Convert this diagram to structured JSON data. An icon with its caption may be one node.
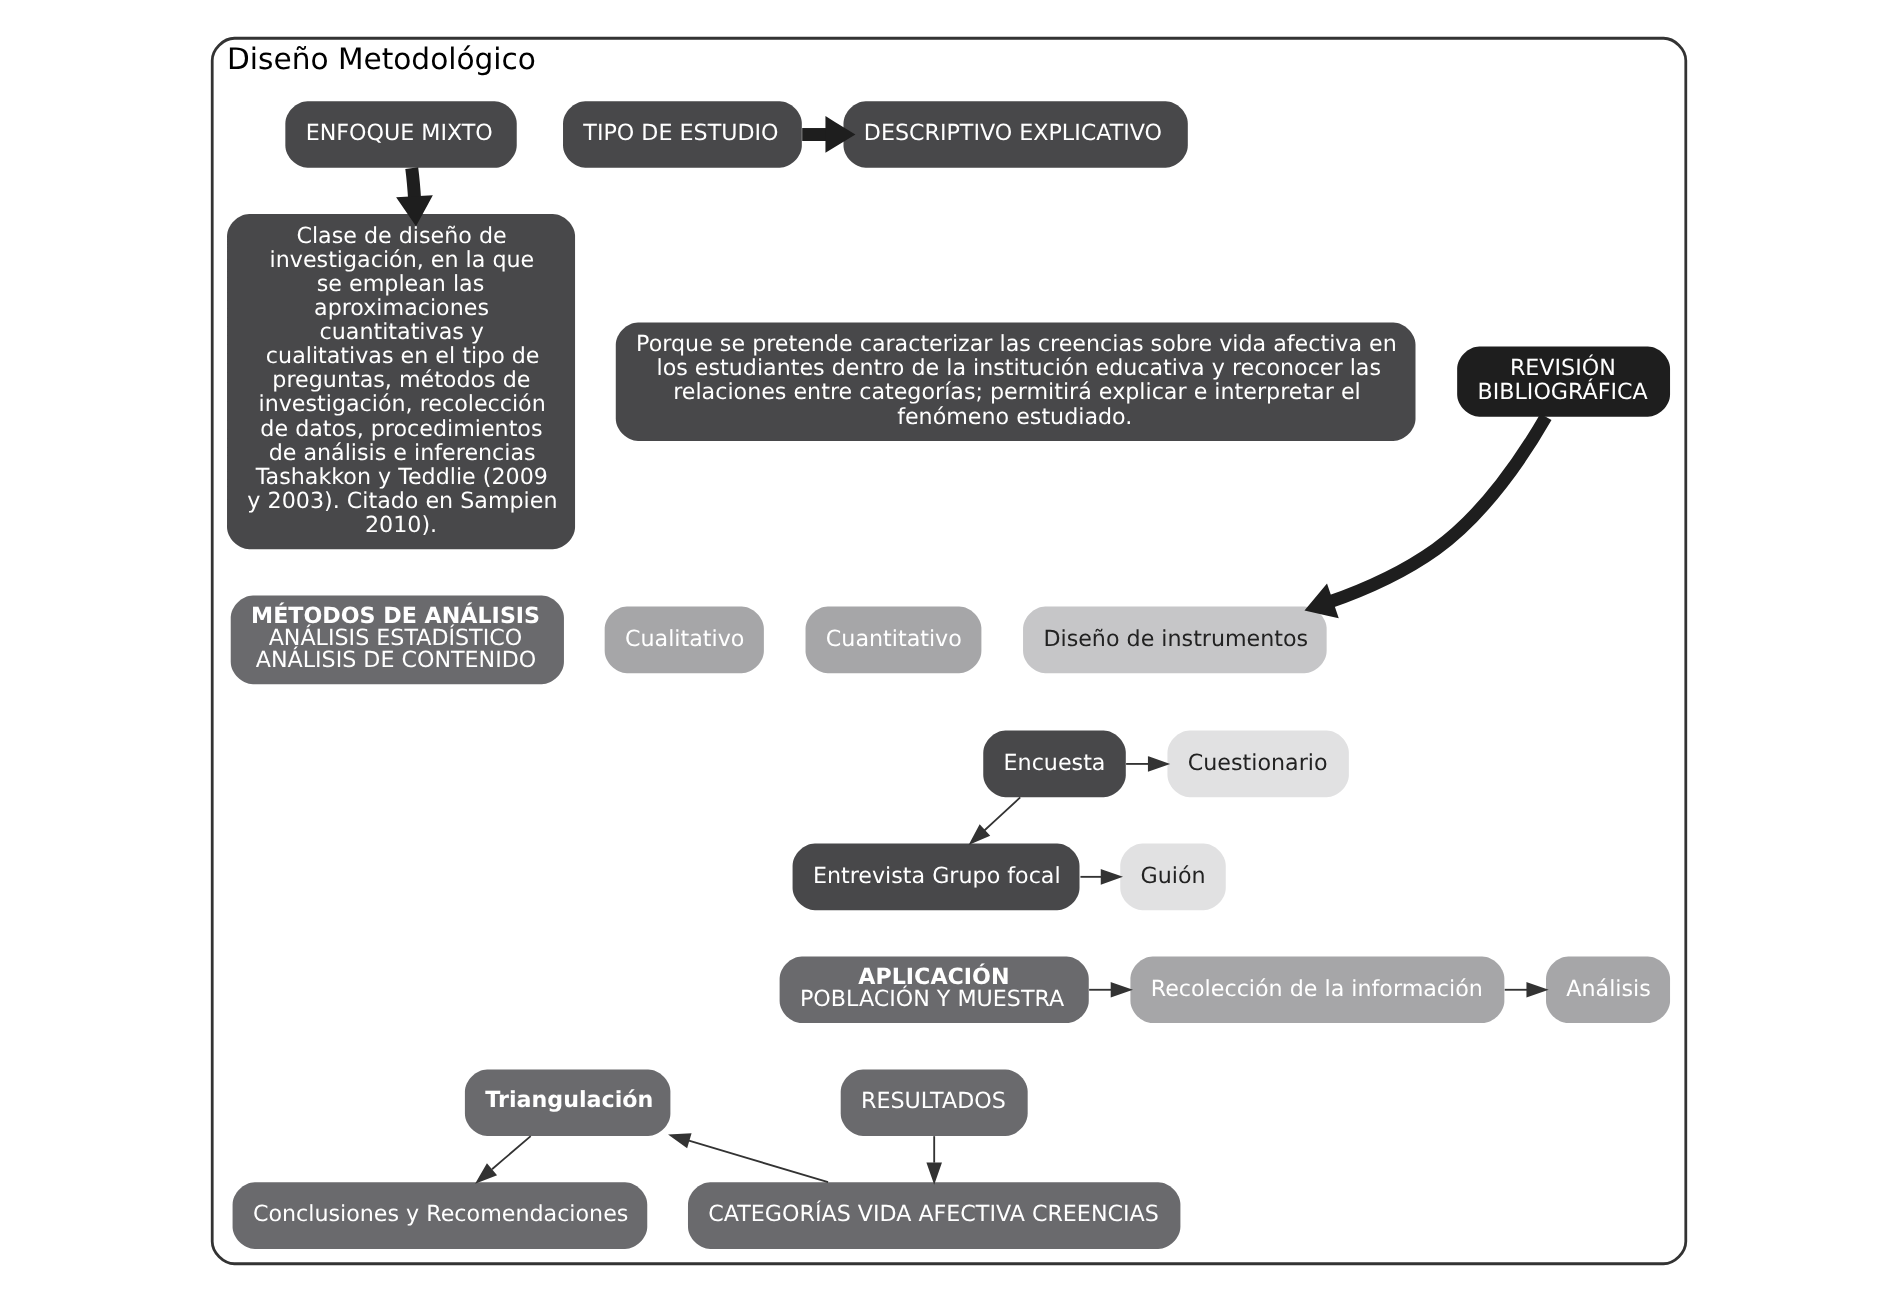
{
  "diagram": {
    "nodes": [
      {
        "text": [
          "Diseño Metodológico"
        ]
      },
      {
        "text": [
          "REVISIÓN BIBLIOGRÁFICA"
        ],
        "in": 0
      },
      {
        "text": [
          "TIPO DE ESTUDIO"
        ],
        "in": 0
      },
      {
        "text": [
          "DESCRIPTIVO EXPLICATIVO"
        ],
        "in": 0
      },
      {
        "text": [
          "Porque se pretende caracterizar las creencias sobre vida afectiva en los estudiantes dentro de la institución educativa y reconocer las relaciones entre categorías; permitirá explicar e interpretar el fenómeno estudiado."
        ],
        "in": 0
      },
      {
        "text": [
          "Cuantitativo"
        ],
        "in": 0
      },
      {
        "text": [
          "Diseño de instrumentos"
        ],
        "in": 0
      },
      {
        "text": [
          "Cualitativo"
        ],
        "in": 0
      },
      {
        "text": [
          "Encuesta"
        ],
        "in": 0
      },
      {
        "text": [
          "Entrevista Grupo focal"
        ],
        "in": 0
      },
      {
        "text": [
          "Cuestionario"
        ],
        "in": 0
      },
      {
        "text": [
          "Guión"
        ],
        "in": 0
      },
      {
        "text": [
          "APLICACIÓN",
          "POBLACIÓN Y MUESTRA"
        ],
        "in": 0
      },
      {
        "text": [
          "Recolección de la información"
        ],
        "in": 0
      },
      {
        "text": [
          "Análisis"
        ],
        "in": 0
      },
      {
        "text": [
          "RESULTADOS"
        ],
        "in": 0
      },
      {
        "text": [
          "CATEGORÍAS VIDA AFECTIVA CREENCIAS"
        ],
        "in": 0
      },
      {
        "text": [
          "Triangulación"
        ],
        "in": 0
      },
      {
        "text": [
          "Conclusiones y Recomendaciones"
        ],
        "in": 0
      },
      {
        "text": [
          "ENFOQUE MIXTO"
        ],
        "in": 0
      },
      {
        "text": [
          "Clase de diseño de investigación, en la que se emplean las aproximaciones cuantitativas y cualitativas en el tipo de preguntas, métodos de investigación, recolección de datos, procedimientos de análisis e inferencias Tashakkon y Teddlie (2009 y 2003). Citado en Sampien 2010)."
        ],
        "in": 0
      },
      {
        "text": [
          "MÉTODOS DE ANÁLISIS",
          "ANÁLISIS ESTADÍSTICO",
          "ANÁLISIS DE CONTENIDO"
        ],
        "in": 0
      }
    ],
    "edges": [
      {
        "from": 2,
        "to": 3,
        "arrow": "to",
        "style": "thick"
      },
      {
        "from": 1,
        "to": 6,
        "arrow": "to",
        "style": "thick"
      },
      {
        "from": 8,
        "to": 10,
        "arrow": "to"
      },
      {
        "from": 8,
        "to": 9,
        "arrow": "to"
      },
      {
        "from": 9,
        "to": 11,
        "arrow": "to"
      },
      {
        "from": 12,
        "to": 13,
        "arrow": "to"
      },
      {
        "from": 13,
        "to": 14,
        "arrow": "to"
      },
      {
        "from": 15,
        "to": 16,
        "arrow": "to"
      },
      {
        "from": 16,
        "to": 17,
        "arrow": "to"
      },
      {
        "from": 17,
        "to": 18,
        "arrow": "to"
      },
      {
        "from": 19,
        "to": 20,
        "arrow": "to",
        "style": "thick"
      }
    ]
  }
}
